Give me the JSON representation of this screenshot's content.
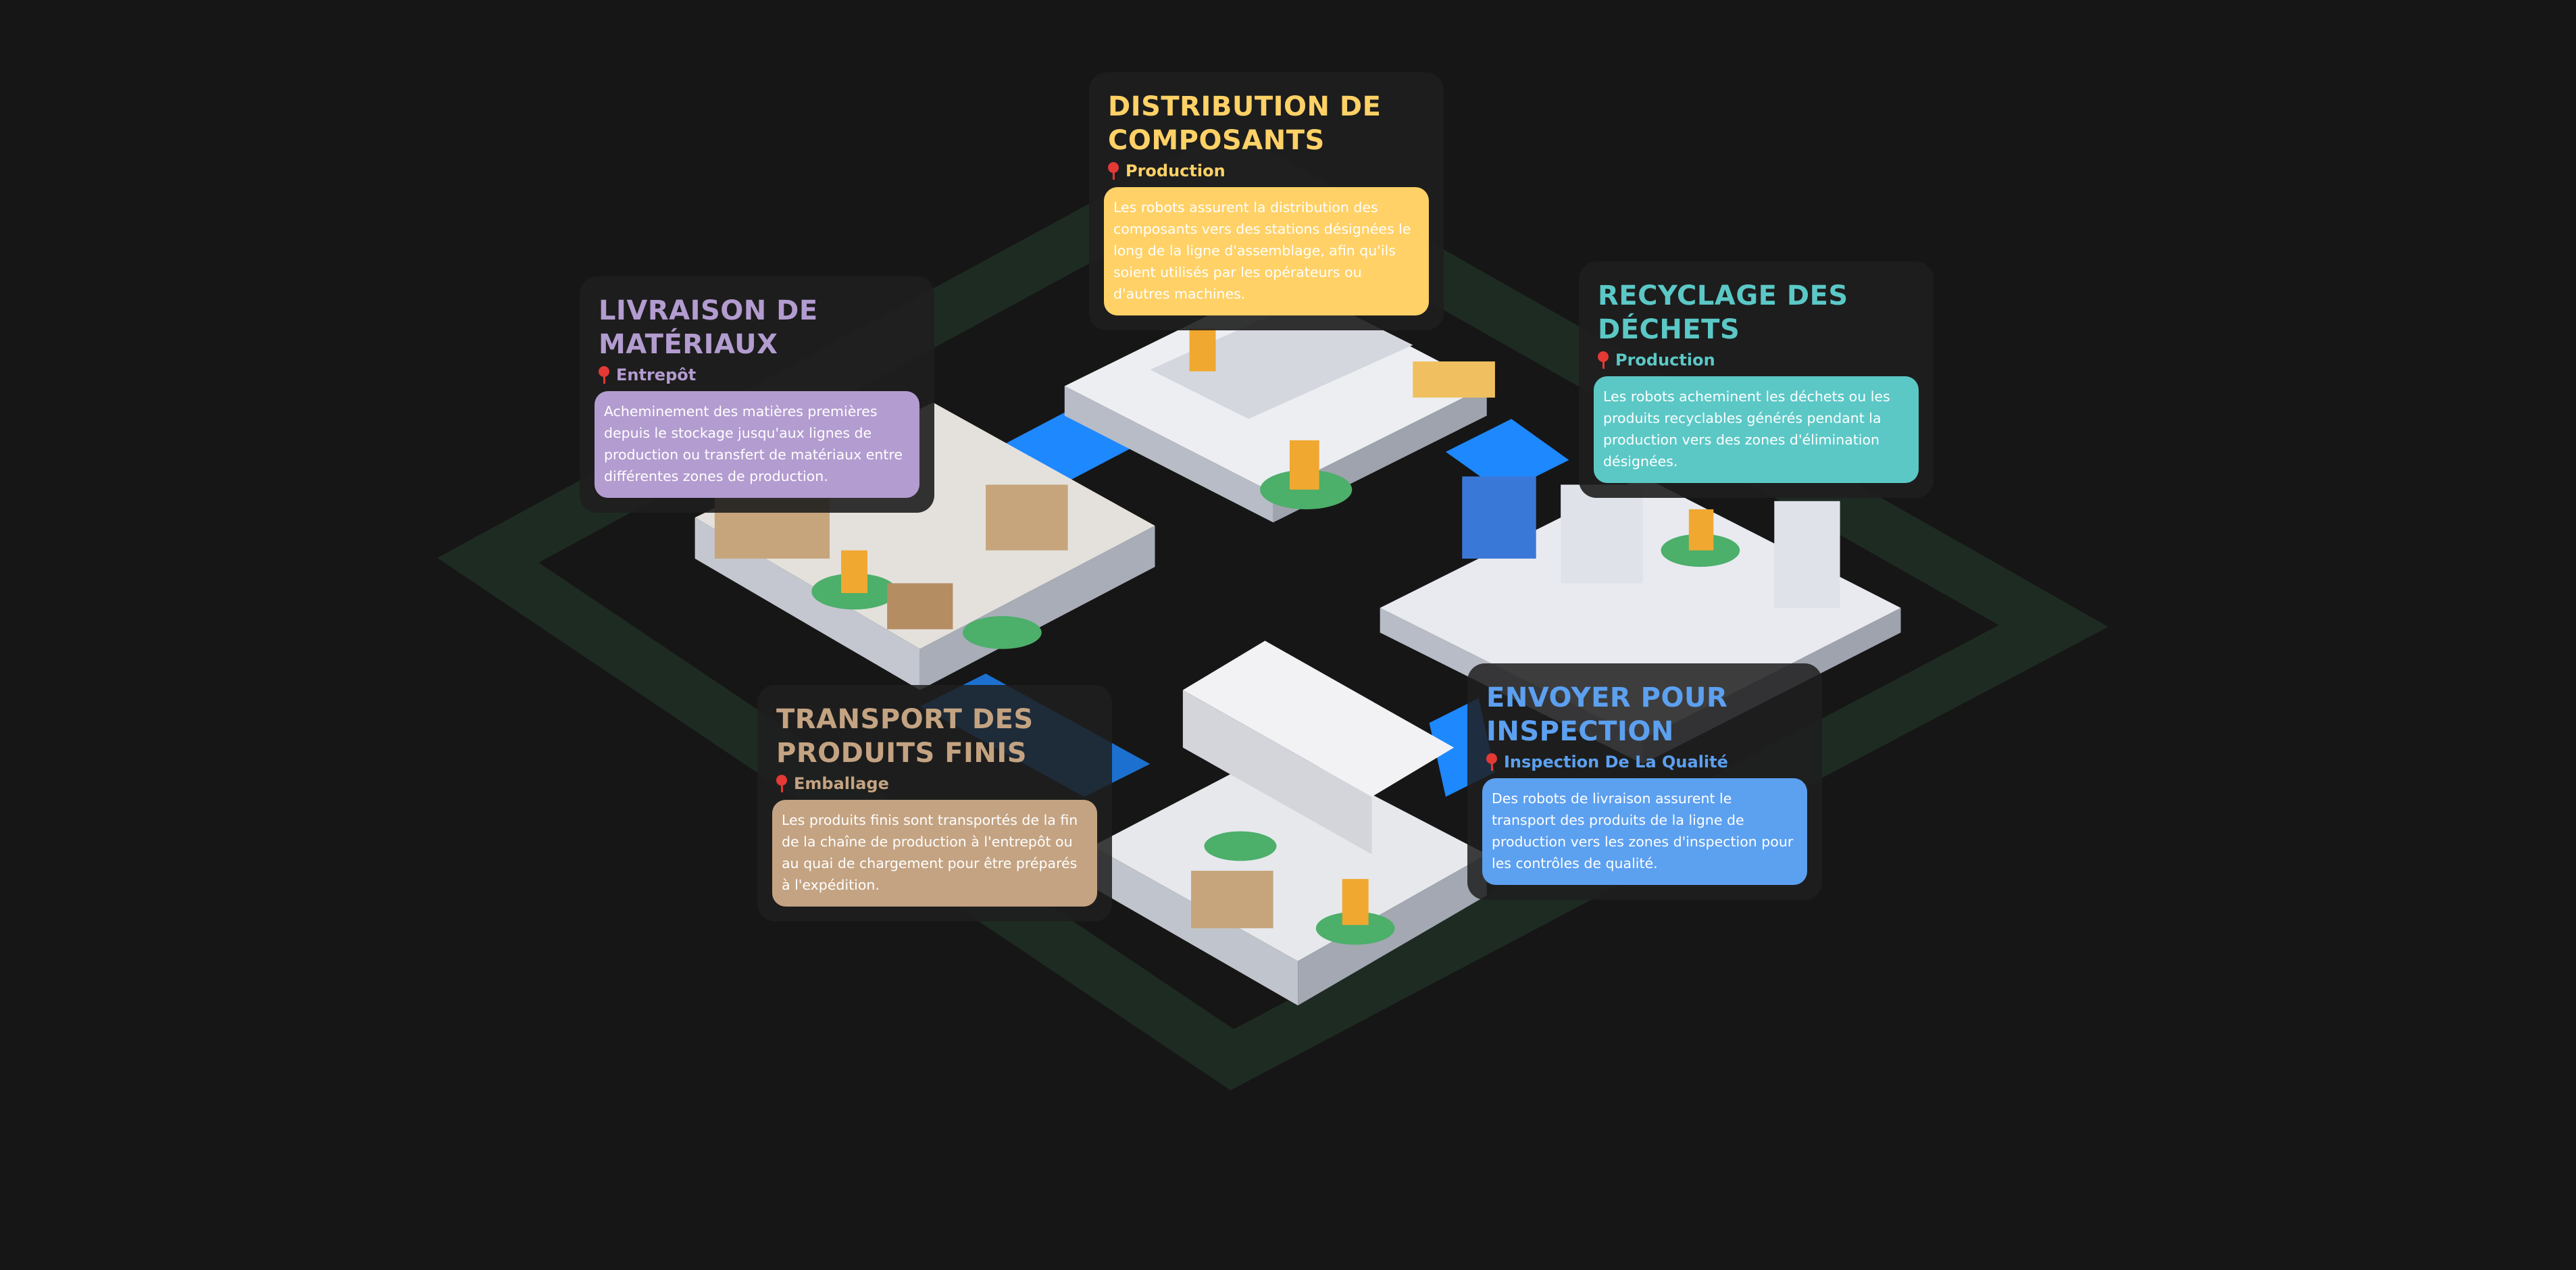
{
  "cards": {
    "distribution": {
      "title": "DISTRIBUTION DE COMPOSANTS",
      "location": "Production",
      "description": "Les robots assurent la distribution des composants vers des stations désignées le long de la ligne d'assemblage, afin qu'ils soient utilisés par les opérateurs ou d'autres machines.",
      "color": "#ffd166"
    },
    "livraison": {
      "title": "LIVRAISON DE MATÉRIAUX",
      "location": "Entrepôt",
      "description": "Acheminement des matières premières depuis le stockage jusqu'aux lignes de production ou transfert de matériaux entre différentes zones de production.",
      "color": "#b39cd0"
    },
    "recyclage": {
      "title": "RECYCLAGE DES DÉCHETS",
      "location": "Production",
      "description": "Les robots acheminent les déchets ou les produits recyclables générés pendant la production vers des zones d'élimination désignées.",
      "color": "#5bc8c6"
    },
    "transport": {
      "title": "TRANSPORT DES PRODUITS FINIS",
      "location": "Emballage",
      "description": "Les produits finis sont transportés de la fin de la chaîne de production à l'entrepôt ou au quai de chargement pour être préparés à l'expédition.",
      "color": "#c4a382"
    },
    "inspection": {
      "title": "ENVOYER POUR INSPECTION",
      "location": "Inspection De La Qualité",
      "description": "Des robots de livraison assurent le transport des produits de la ligne de production vers les zones d'inspection pour les contrôles de qualité.",
      "color": "#5ca0f0"
    }
  },
  "colors": {
    "background": "#161616",
    "track": "#1e2b22",
    "connector": "#1e88ff",
    "robot": "#f0a830",
    "robot_zone": "#4caf6a"
  }
}
